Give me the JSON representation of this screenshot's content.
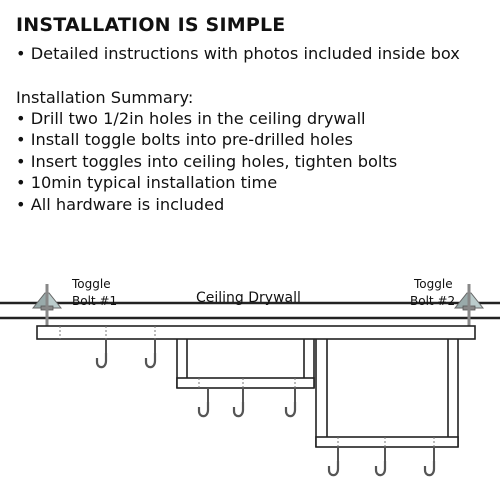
{
  "header": {
    "title": "INSTALLATION IS SIMPLE",
    "intro": "Detailed instructions with photos included inside box"
  },
  "summary": {
    "heading": "Installation Summary:",
    "items": [
      "Drill two 1/2in holes in the ceiling drywall",
      "Install toggle bolts into pre-drilled holes",
      "Insert toggles into ceiling holes, tighten bolts",
      "10min typical installation time",
      "All hardware is included"
    ]
  },
  "diagram": {
    "ceiling_label": "Ceiling Drywall",
    "toggle_left": {
      "line1": "Toggle",
      "line2": "Bolt #1"
    },
    "toggle_right": {
      "line1": "Toggle",
      "line2": "Bolt #2"
    },
    "colors": {
      "line": "#222222",
      "rail": "#555555",
      "bolt": "#888888"
    }
  }
}
